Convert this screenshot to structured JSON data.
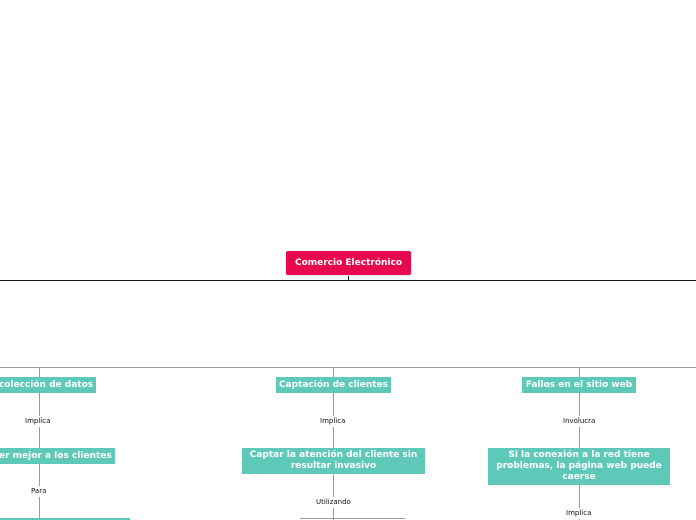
{
  "colors": {
    "root": "#e8084f",
    "topic": "#5ec9b8",
    "connector": "#9a9a9a",
    "root_line": "#111111"
  },
  "root": {
    "label": "Comercio Electrónico"
  },
  "branches": [
    {
      "topic": "Recolección de datos",
      "relation1": "Implica",
      "sub": "Conocer mejor a los clientes",
      "relation2": "Para"
    },
    {
      "topic": "Captación de clientes",
      "relation1": "Implica",
      "sub": "Captar la atención del cliente sin resultar invasivo",
      "relation2": "Utilizando"
    },
    {
      "topic": "Fallos en el sitio web",
      "relation1": "Involucra",
      "sub": "Si la conexión a la red tiene problemas, la página web puede caerse",
      "relation2": "Implica"
    }
  ]
}
